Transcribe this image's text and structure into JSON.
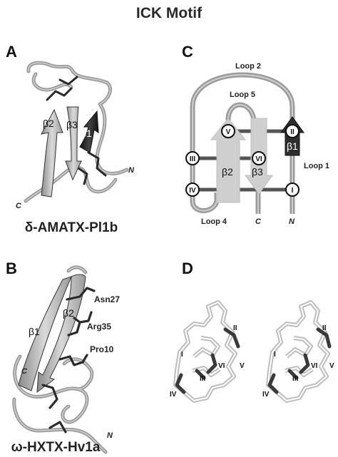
{
  "figure": {
    "title": "ICK Motif",
    "panels": {
      "A": {
        "letter": "A",
        "name": "δ-AMATX-Pl1b",
        "strands": [
          "β2",
          "β3",
          "β1"
        ],
        "n_term": "N",
        "c_term": "C"
      },
      "B": {
        "letter": "B",
        "name": "ω-HXTX-Hv1a",
        "strands": [
          "β1",
          "β2"
        ],
        "residues": [
          "Asn27",
          "Arg35",
          "Pro10"
        ],
        "n_term": "N",
        "c_term": "C"
      },
      "C": {
        "letter": "C",
        "loops": [
          "Loop 2",
          "Loop 5",
          "Loop 1",
          "Loop 4"
        ],
        "strands": [
          "β2",
          "β3",
          "β1"
        ],
        "cysteines": [
          "I",
          "II",
          "III",
          "IV",
          "V",
          "VI"
        ],
        "n_term": "N",
        "c_term": "C"
      },
      "D": {
        "letter": "D",
        "left_labels": [
          "II",
          "I",
          "VI",
          "V",
          "III",
          "IV"
        ],
        "right_labels": [
          "II",
          "I",
          "VI",
          "V",
          "III",
          "IV"
        ]
      }
    }
  }
}
